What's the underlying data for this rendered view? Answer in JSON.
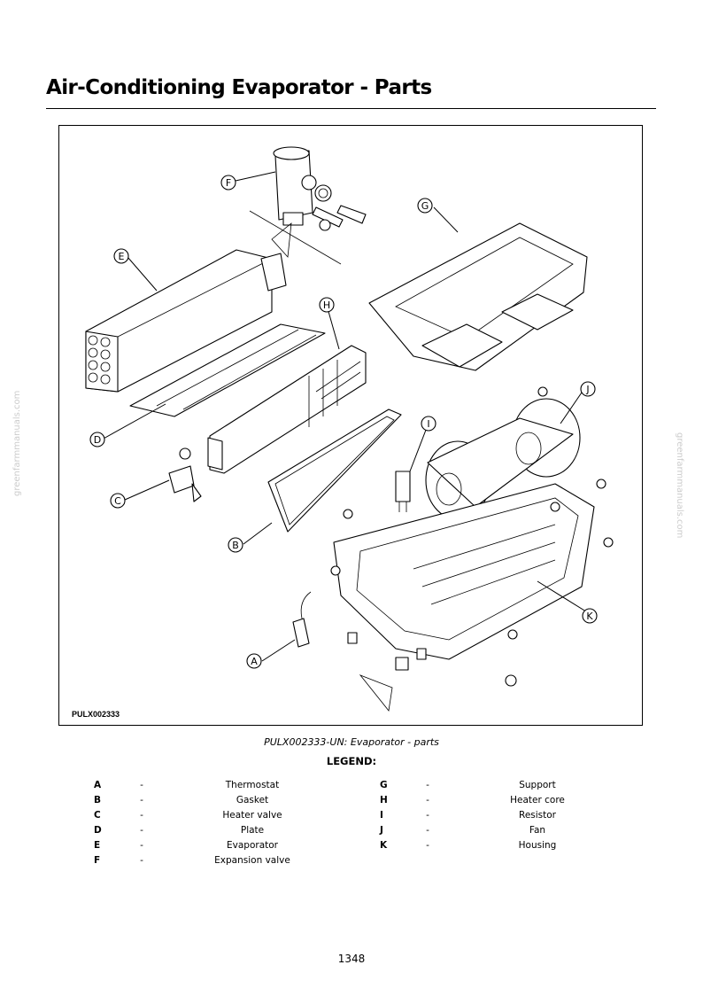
{
  "page": {
    "title": "Air-Conditioning Evaporator - Parts",
    "page_number": "1348",
    "watermark": "greenfarmmanuals.com"
  },
  "figure": {
    "code": "PULX002333",
    "caption": "PULX002333-UN: Evaporator - parts",
    "callouts": [
      "A",
      "B",
      "C",
      "D",
      "E",
      "F",
      "G",
      "H",
      "I",
      "J",
      "K"
    ]
  },
  "legend": {
    "title": "LEGEND:",
    "separator": "-",
    "left": [
      {
        "key": "A",
        "label": "Thermostat"
      },
      {
        "key": "B",
        "label": "Gasket"
      },
      {
        "key": "C",
        "label": "Heater valve"
      },
      {
        "key": "D",
        "label": "Plate"
      },
      {
        "key": "E",
        "label": "Evaporator"
      },
      {
        "key": "F",
        "label": "Expansion valve"
      }
    ],
    "right": [
      {
        "key": "G",
        "label": "Support"
      },
      {
        "key": "H",
        "label": "Heater core"
      },
      {
        "key": "I",
        "label": "Resistor"
      },
      {
        "key": "J",
        "label": "Fan"
      },
      {
        "key": "K",
        "label": "Housing"
      }
    ]
  }
}
